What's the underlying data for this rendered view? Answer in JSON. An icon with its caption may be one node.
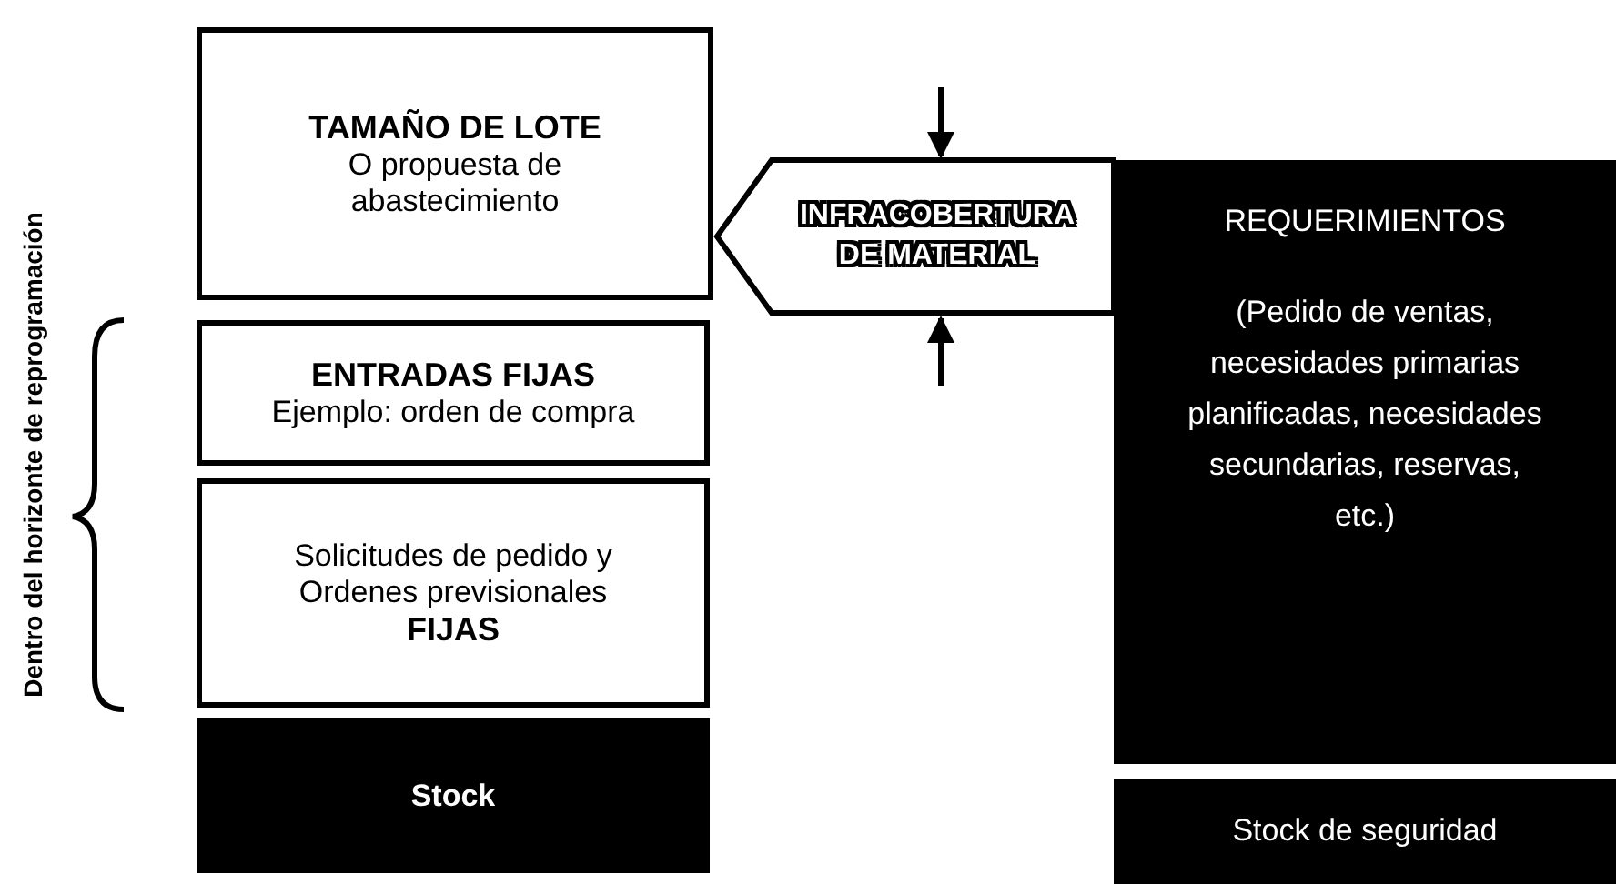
{
  "diagram": {
    "nodes": [
      {
        "text": [
          "TAMAÑO DE LOTE",
          "O propuesta de abastecimiento"
        ]
      },
      {
        "text": [
          "INFRACOBERTURA DE MATERIAL"
        ]
      },
      {
        "text": [
          "ENTRADAS FIJAS",
          "Ejemplo: orden de compra"
        ]
      },
      {
        "text": [
          "Solicitudes de pedido y Ordenes previsionales",
          "FIJAS"
        ]
      },
      {
        "text": [
          "Stock"
        ]
      },
      {
        "text": [
          "REQUERIMIENTOS",
          "(Pedido de ventas, necesidades primarias planificadas, necesidades secundarias, reservas, etc.)"
        ]
      },
      {
        "text": [
          "Stock de seguridad"
        ]
      }
    ],
    "edges": [],
    "labels": [
      "Dentro del horizonte de reprogramación"
    ]
  }
}
